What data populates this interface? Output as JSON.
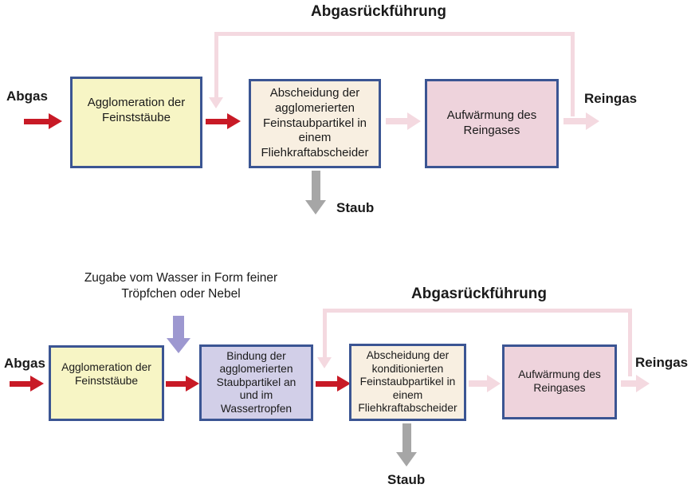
{
  "colors": {
    "red_arrow": "#c81a26",
    "pink_flow": "#f4d9e0",
    "box_border": "#3b5593",
    "yellow_fill": "#f7f5c5",
    "cream_fill": "#f8efe1",
    "pink_fill": "#eed3dc",
    "purple_fill": "#d2cfe8",
    "purple_arrow": "#9d98d0",
    "grey_arrow": "#a6a6a6",
    "text": "#1a1a1a"
  },
  "diagram_top": {
    "title": "Abgasrückführung",
    "input_label": "Abgas",
    "output_label": "Reingas",
    "dust_label": "Staub",
    "boxes": [
      {
        "label": "Agglomeration der\nFeinststäube"
      },
      {
        "label": "Abscheidung der\nagglomerierten\nFeinstaubpartikel in\neinem\nFliehkraftabscheider"
      },
      {
        "label": "Aufwärmung des\nReingases"
      }
    ]
  },
  "diagram_bottom": {
    "title": "Abgasrückführung",
    "note": "Zugabe vom Wasser in Form feiner\nTröpfchen oder Nebel",
    "input_label": "Abgas",
    "output_label": "Reingas",
    "dust_label": "Staub",
    "boxes": [
      {
        "label": "Agglomeration der\nFeinststäube"
      },
      {
        "label": "Bindung der\nagglomerierten\nStaubpartikel an\nund im\nWassertropfen"
      },
      {
        "label": "Abscheidung der\nkonditionierten\nFeinstaubpartikel in\neinem\nFliehkraftabscheider"
      },
      {
        "label": "Aufwärmung des\nReingases"
      }
    ]
  }
}
